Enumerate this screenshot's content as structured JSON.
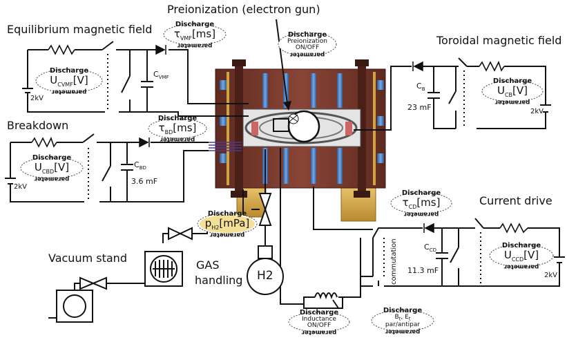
{
  "titles": {
    "preionization": "Preionization (electron gun)",
    "equilibrium": "Equilibrium magnetic field",
    "toroidal": "Toroidal magnetic field",
    "breakdown": "Breakdown",
    "current_drive": "Current drive",
    "vacuum": "Vacuum stand",
    "gas_line1": "GAS",
    "gas_line2": "handling",
    "h2": "H2",
    "commutation": "commutation"
  },
  "components": {
    "c_vmf": "C",
    "c_vmf_sub": "VMF",
    "c_b": "C",
    "c_b_sub": "B",
    "c_b_value": "23 mF",
    "c_bd": "C",
    "c_bd_sub": "BD",
    "c_bd_value": "3.6 mF",
    "c_cd": "C",
    "c_cd_sub": "CD",
    "c_cd_value": "11.3 mF"
  },
  "voltages": {
    "vmf": "2kV",
    "b": "2kV",
    "bd": "2kV",
    "cd": "2kV"
  },
  "params": {
    "top": "Discharge",
    "bottom": "parameter",
    "u_vmf": {
      "main": "U",
      "sub": "CVMF",
      "unit": "[V]"
    },
    "tau_vmf": {
      "main": "τ",
      "sub": "VMF",
      "unit": "[ms]"
    },
    "preion": {
      "line1": "Preionization",
      "line2": "ON/OFF"
    },
    "u_b": {
      "main": "U",
      "sub": "CB",
      "unit": "[V]"
    },
    "u_bd": {
      "main": "U",
      "sub": "CBD",
      "unit": "[V]"
    },
    "tau_bd": {
      "main": "τ",
      "sub": "BD",
      "unit": "[ms]"
    },
    "p_h2": {
      "main": "p",
      "sub": "H2",
      "unit": "[mPa]"
    },
    "tau_cd": {
      "main": "τ",
      "sub": "CD",
      "unit": "[ms]"
    },
    "u_cd": {
      "main": "U",
      "sub": "CCD",
      "unit": "[V]"
    },
    "inductance": {
      "line1": "Inductance",
      "line2": "ON/OFF"
    },
    "bt": {
      "line1": "B",
      "line1_sub": "t",
      "line1_rest": ", E",
      "line1_sub2": "t",
      "line2": "par/antipar"
    }
  },
  "colors": {
    "frame": "#7a3b2e",
    "coil": "#4f7fc2",
    "gold": "#d1a441",
    "highlight": "#f3df96",
    "wire": "#111111"
  }
}
